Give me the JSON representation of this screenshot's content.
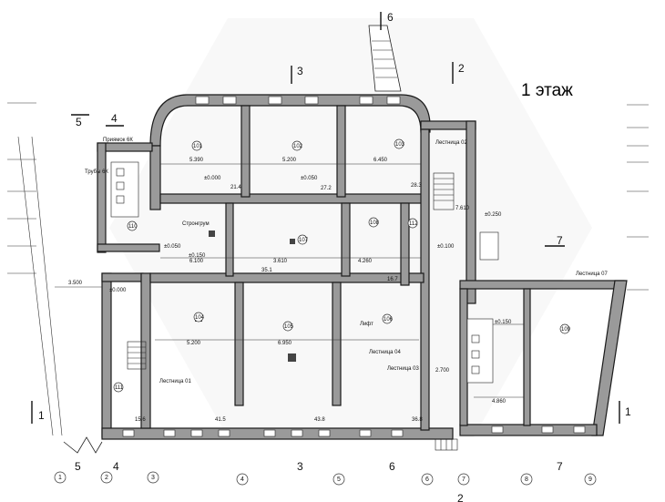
{
  "title": "1 этаж",
  "labels": {
    "stair_02": "Лестница 02",
    "stair_01": "Лестница 01",
    "stair_04": "Лестница 04",
    "stair_03": "Лестница 03",
    "stair_07": "Лестница 07",
    "lift": "Лифт",
    "strongroom": "Стронгрум",
    "duct_6k": "Трубы 6К",
    "priyamok": "Приямок 6К"
  },
  "sections": {
    "top_3": "3",
    "top_2": "2",
    "top_6": "6",
    "left_5": "5",
    "left_4": "4",
    "right_7": "7",
    "bottom_5": "5",
    "bottom_4": "4",
    "bottom_3": "3",
    "bottom_6": "6",
    "bottom_7": "7",
    "bottom_2": "2",
    "left_1": "1",
    "right_1": "1"
  },
  "axes": [
    "1",
    "2",
    "3",
    "4",
    "5",
    "6",
    "7",
    "8",
    "9"
  ],
  "levels": {
    "a": "±0.000",
    "b": "±0.050",
    "c": "±0.150",
    "d": "±0.250",
    "e": "±0.100",
    "f": "±0.000",
    "g": "±0.050",
    "h": "±0.150"
  },
  "dims": {
    "d1": "5.390",
    "d2": "5.200",
    "d3": "6.450",
    "d4": "6.100",
    "d5": "3.610",
    "d6": "4.260",
    "d7": "5.200",
    "d8": "6.950",
    "d9": "3.500",
    "d10": "2.700",
    "d11": "4.860",
    "d12": "7.610"
  },
  "areas": {
    "a1": "21.4",
    "a2": "27.2",
    "a3": "28.3",
    "a4": "41.5",
    "a5": "43.8",
    "a6": "35.1",
    "a7": "16.7",
    "a8": "15.6",
    "a9": "36.8"
  },
  "rooms": {
    "r1": "101",
    "r2": "102",
    "r3": "103",
    "r4": "104",
    "r5": "105",
    "r6": "106",
    "r7": "107",
    "r8": "108",
    "r9": "109",
    "r10": "110",
    "r11": "111",
    "r12": "112"
  }
}
